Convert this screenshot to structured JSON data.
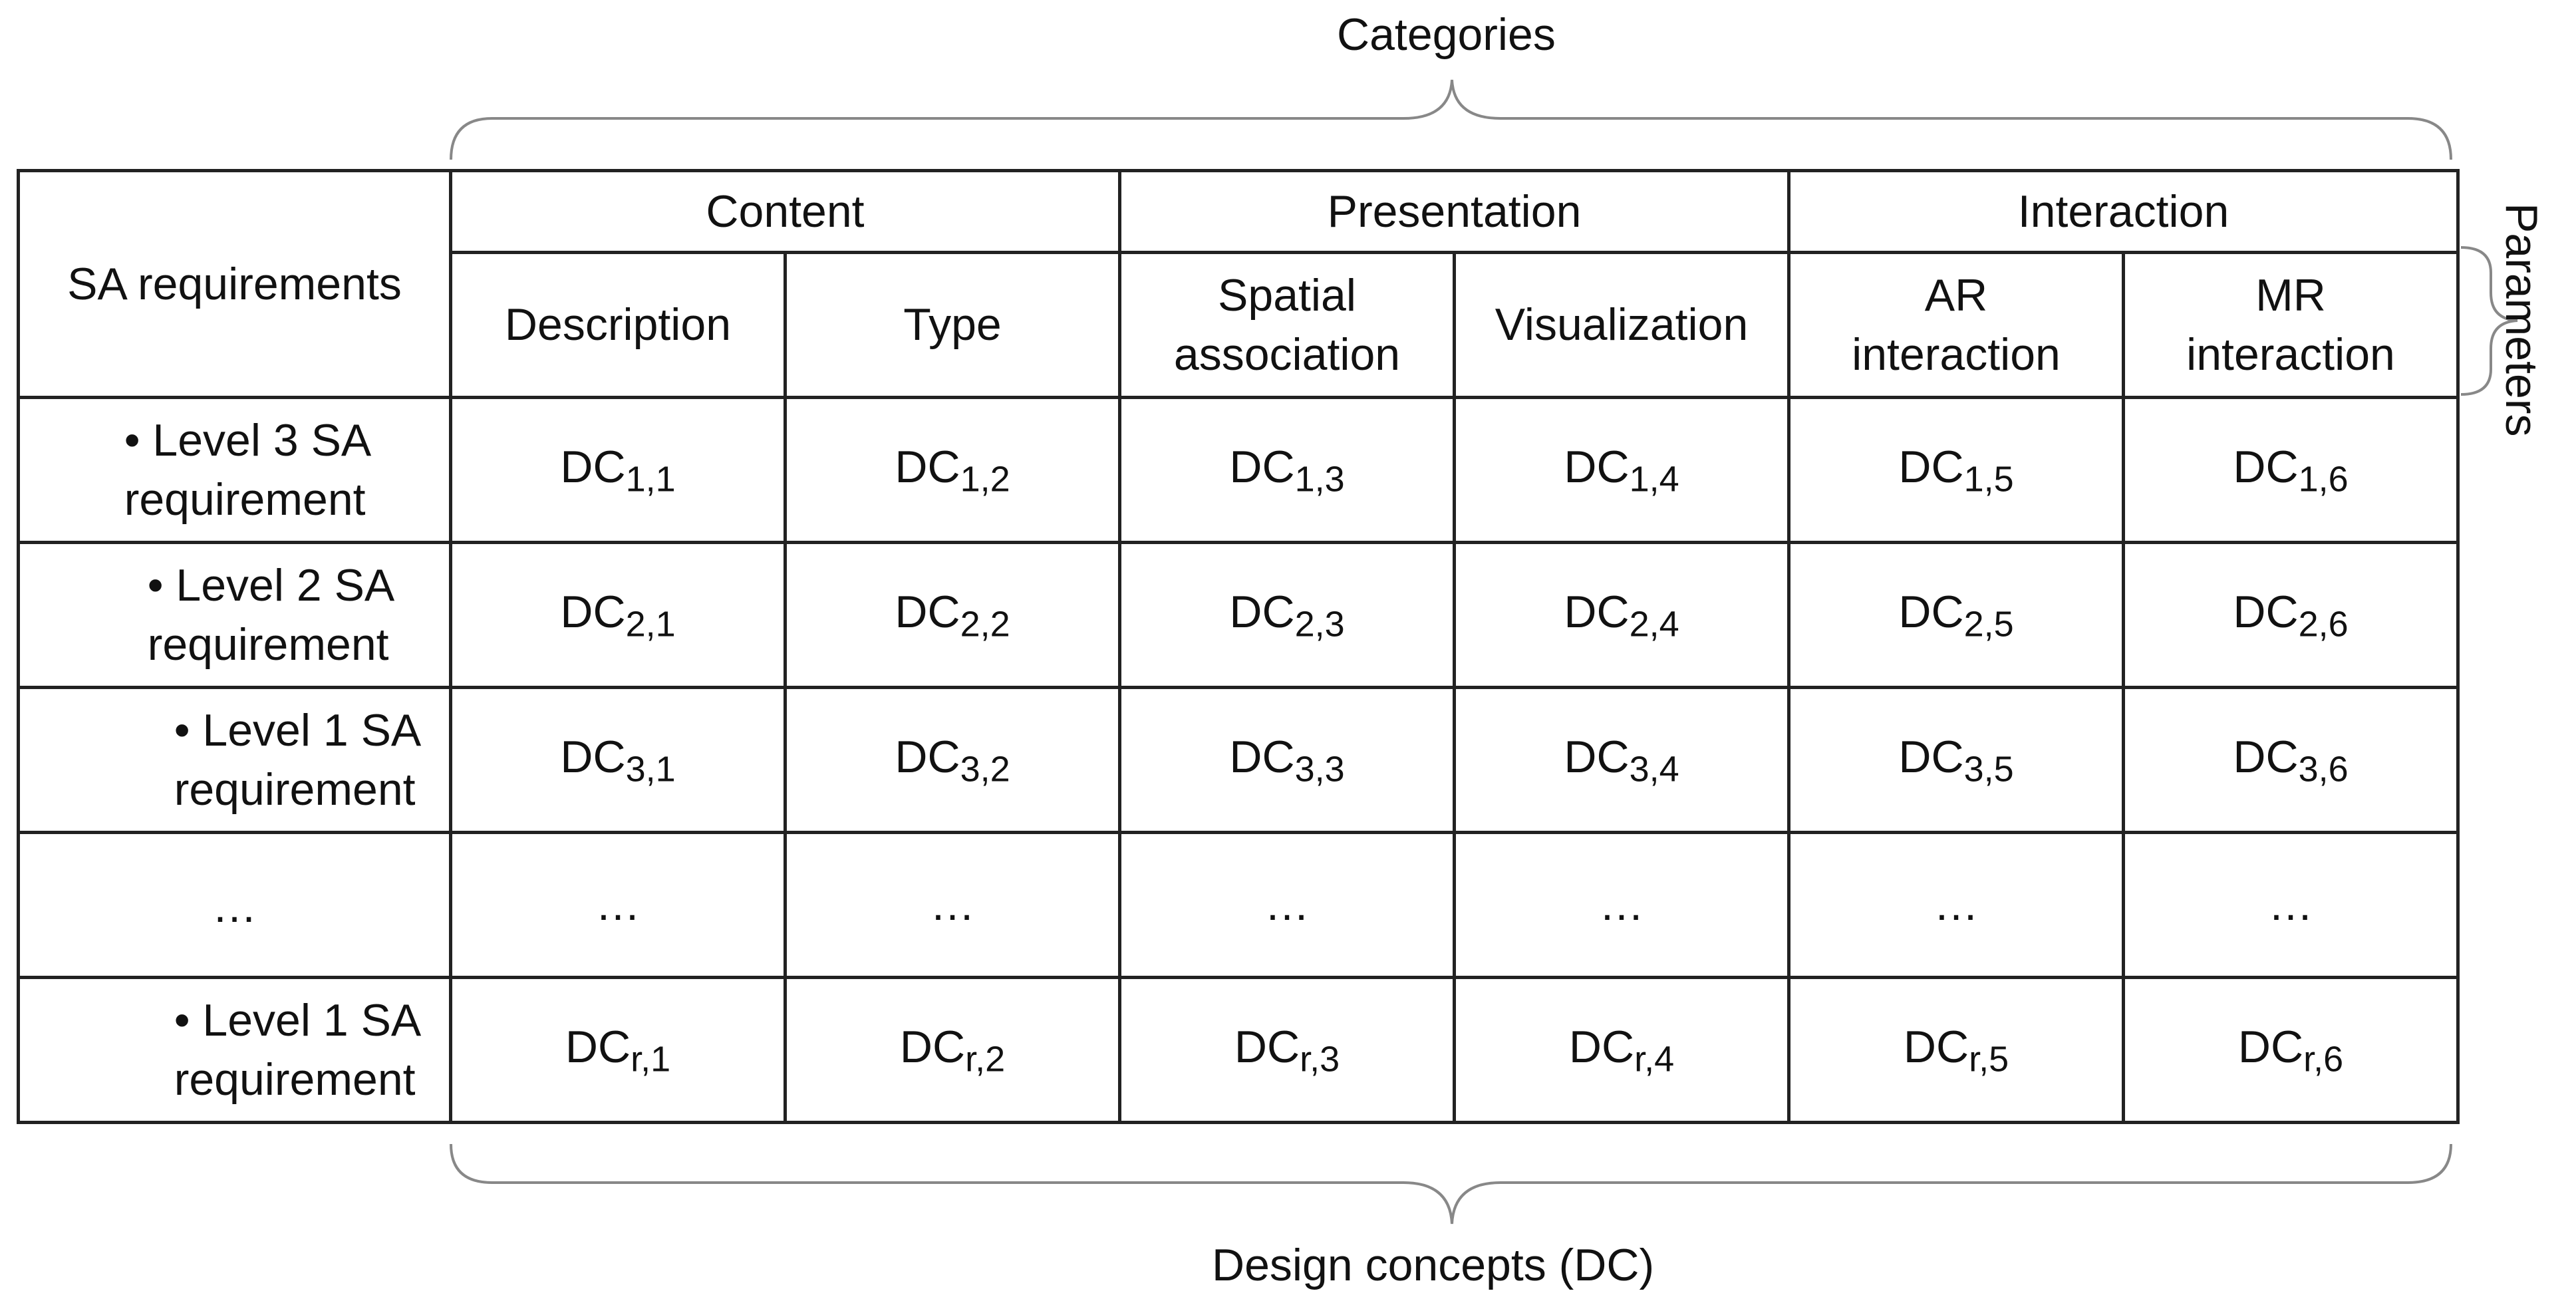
{
  "labels": {
    "categories": "Categories",
    "parameters": "Parameters",
    "design_concepts": "Design concepts (DC)"
  },
  "header": {
    "corner": "SA requirements",
    "categories": [
      "Content",
      "Presentation",
      "Interaction"
    ],
    "parameters": [
      [
        "Description"
      ],
      [
        "Type"
      ],
      [
        "Spatial",
        "association"
      ],
      [
        "Visualization"
      ],
      [
        "AR",
        "interaction"
      ],
      [
        "MR",
        "interaction"
      ]
    ]
  },
  "rows": [
    {
      "req": [
        "• Level 3 SA",
        "requirement"
      ],
      "cells": [
        [
          "DC",
          "1,1"
        ],
        [
          "DC",
          "1,2"
        ],
        [
          "DC",
          "1,3"
        ],
        [
          "DC",
          "1,4"
        ],
        [
          "DC",
          "1,5"
        ],
        [
          "DC",
          "1,6"
        ]
      ]
    },
    {
      "req": [
        "• Level 2 SA",
        "requirement"
      ],
      "cells": [
        [
          "DC",
          "2,1"
        ],
        [
          "DC",
          "2,2"
        ],
        [
          "DC",
          "2,3"
        ],
        [
          "DC",
          "2,4"
        ],
        [
          "DC",
          "2,5"
        ],
        [
          "DC",
          "2,6"
        ]
      ]
    },
    {
      "req": [
        "• Level 1 SA",
        "requirement"
      ],
      "cells": [
        [
          "DC",
          "3,1"
        ],
        [
          "DC",
          "3,2"
        ],
        [
          "DC",
          "3,3"
        ],
        [
          "DC",
          "3,4"
        ],
        [
          "DC",
          "3,5"
        ],
        [
          "DC",
          "3,6"
        ]
      ]
    },
    {
      "req": [
        "…"
      ],
      "cells": [
        [
          "…",
          ""
        ],
        [
          "…",
          ""
        ],
        [
          "…",
          ""
        ],
        [
          "…",
          ""
        ],
        [
          "…",
          ""
        ],
        [
          "…",
          ""
        ]
      ]
    },
    {
      "req": [
        "• Level 1 SA",
        "requirement"
      ],
      "cells": [
        [
          "DC",
          "r,1"
        ],
        [
          "DC",
          "r,2"
        ],
        [
          "DC",
          "r,3"
        ],
        [
          "DC",
          "r,4"
        ],
        [
          "DC",
          "r,5"
        ],
        [
          "DC",
          "r,6"
        ]
      ]
    }
  ]
}
